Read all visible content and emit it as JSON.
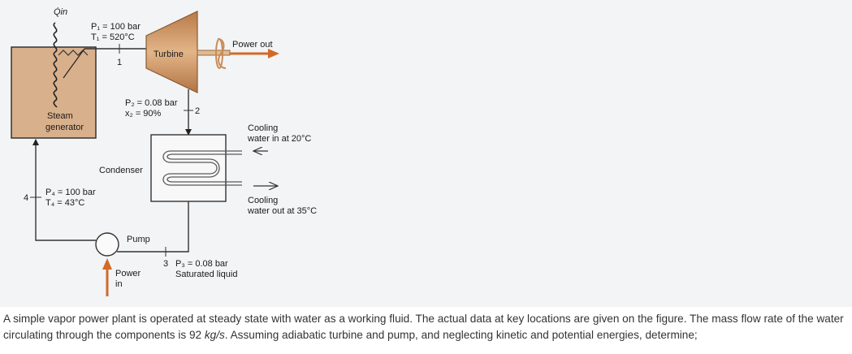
{
  "figure": {
    "q_in_label": "Q̇in",
    "state1": {
      "number": "1",
      "pressure": "P₁ = 100 bar",
      "temperature": "T₁ = 520°C"
    },
    "state2": {
      "number": "2",
      "pressure": "P₂ = 0.08 bar",
      "quality": "x₂ = 90%"
    },
    "state3": {
      "number": "3",
      "pressure": "P₃ = 0.08 bar",
      "condition": "Saturated liquid"
    },
    "state4": {
      "number": "4",
      "pressure": "P₄ = 100 bar",
      "temperature": "T₄ = 43°C"
    },
    "components": {
      "steam_generator": [
        "Steam",
        "generator"
      ],
      "turbine": "Turbine",
      "condenser": "Condenser",
      "pump": "Pump"
    },
    "power_out": "Power out",
    "power_in": [
      "Power",
      "in"
    ],
    "cooling_in": [
      "Cooling",
      "water in at 20°C"
    ],
    "cooling_out": [
      "Cooling",
      "water out at 35°C"
    ],
    "colors": {
      "panel": "#f3f4f5",
      "steam_generator_fill": "#d9b08c",
      "turbine_fill": "#c98c58",
      "arrow_orange": "#d26a2a",
      "line": "#3a3a3a",
      "coil": "#5a5a5a"
    }
  },
  "problem": {
    "text_before": "A simple vapor power plant is operated at steady state with water as a working fluid. The actual data at key locations are given on the figure. The mass flow rate of the water circulating through the components is 92 ",
    "mass_flow_unit": "kg/s",
    "text_after": ". Assuming adiabatic turbine and pump, and neglecting kinetic and potential energies, determine;"
  }
}
